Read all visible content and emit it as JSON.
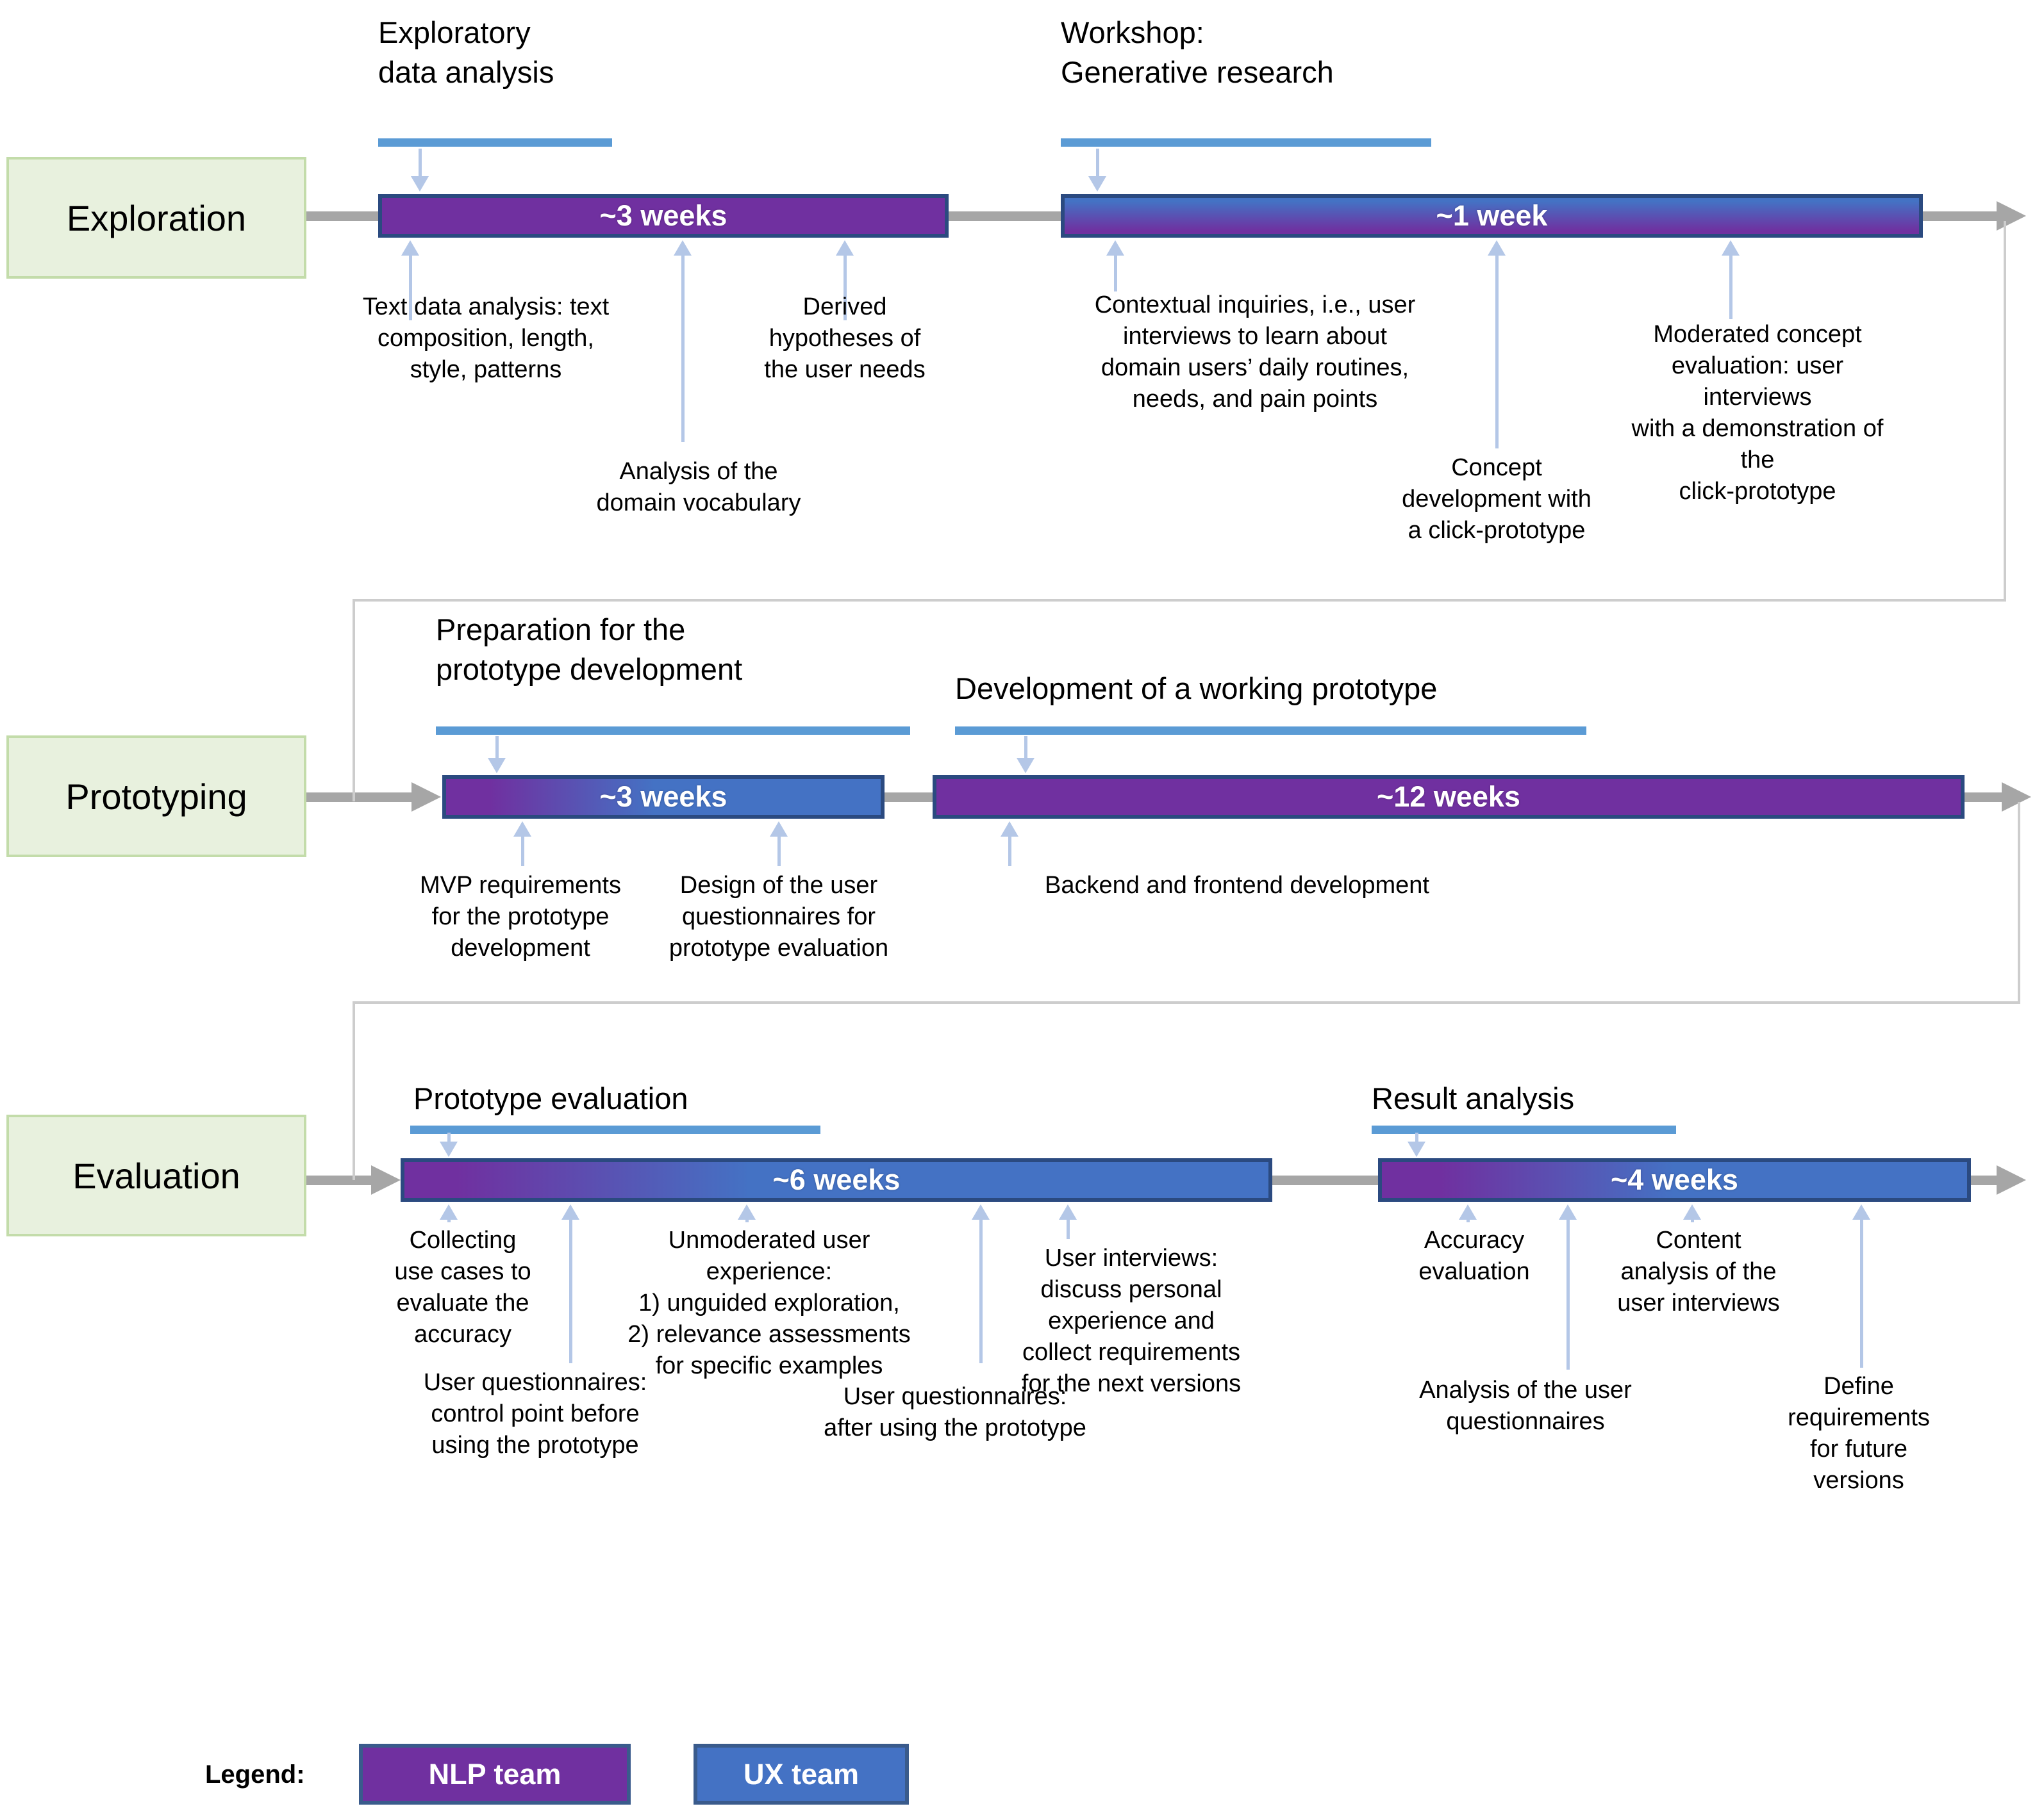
{
  "colors": {
    "nlp_team_purple": "#7030a0",
    "ux_team_blue": "#4472c4",
    "bar_border_navy": "#2b4a80",
    "title_underline_blue": "#5b9bd5",
    "annotation_arrow_blue": "#b4c7e7",
    "timeline_gray": "#a6a6a6",
    "connector_gray": "#cdcdcd",
    "phase_box_green_bg": "#e8f1de",
    "phase_box_green_border": "#c3dcaa"
  },
  "rows": [
    {
      "label": "Exploration",
      "sections": [
        {
          "title_lines": [
            "Exploratory",
            "data analysis"
          ],
          "duration": "~3 weeks"
        },
        {
          "title_lines": [
            "Workshop:",
            "Generative research"
          ],
          "duration": "~1 week"
        }
      ],
      "annotations": [
        {
          "lines": [
            "Text data analysis: text",
            "composition, length,",
            "style, patterns"
          ]
        },
        {
          "lines": [
            "Derived",
            "hypotheses of",
            "the user needs"
          ]
        },
        {
          "lines": [
            "Analysis of the",
            "domain vocabulary"
          ]
        },
        {
          "lines": [
            "Contextual inquiries, i.e., user",
            "interviews to learn about",
            "domain users’ daily routines,",
            "needs, and pain points"
          ]
        },
        {
          "lines": [
            "Moderated concept",
            "evaluation: user interviews",
            "with a demonstration of the",
            "click-prototype"
          ]
        },
        {
          "lines": [
            "Concept",
            "development with",
            "a click-prototype"
          ]
        }
      ]
    },
    {
      "label": "Prototyping",
      "sections": [
        {
          "title_lines": [
            "Preparation for the",
            "prototype development"
          ],
          "duration": "~3 weeks"
        },
        {
          "title_lines": [
            "Development of a working prototype"
          ],
          "duration": "~12 weeks"
        }
      ],
      "annotations": [
        {
          "lines": [
            "MVP requirements",
            "for the prototype",
            "development"
          ]
        },
        {
          "lines": [
            "Design of the user",
            "questionnaires for",
            "prototype evaluation"
          ]
        },
        {
          "lines": [
            "Backend and frontend development"
          ]
        }
      ]
    },
    {
      "label": "Evaluation",
      "sections": [
        {
          "title_lines": [
            "Prototype evaluation"
          ],
          "duration": "~6 weeks"
        },
        {
          "title_lines": [
            "Result analysis"
          ],
          "duration": "~4 weeks"
        }
      ],
      "annotations": [
        {
          "lines": [
            "Collecting",
            "use cases to",
            "evaluate the",
            "accuracy"
          ]
        },
        {
          "lines": [
            "Unmoderated user",
            "experience:",
            "1) unguided exploration,",
            "2) relevance assessments",
            "for specific examples"
          ]
        },
        {
          "lines": [
            "User interviews:",
            "discuss personal",
            "experience and",
            "collect requirements",
            "for the next versions"
          ]
        },
        {
          "lines": [
            "User questionnaires:",
            "control point before",
            "using the prototype"
          ]
        },
        {
          "lines": [
            "User questionnaires:",
            "after using the prototype"
          ]
        },
        {
          "lines": [
            "Accuracy",
            "evaluation"
          ]
        },
        {
          "lines": [
            "Content",
            "analysis of the",
            "user interviews"
          ]
        },
        {
          "lines": [
            "Analysis of the user",
            "questionnaires"
          ]
        },
        {
          "lines": [
            "Define requirements",
            "for future versions"
          ]
        }
      ]
    }
  ],
  "legend": {
    "label": "Legend:",
    "items": [
      {
        "label": "NLP team"
      },
      {
        "label": "UX team"
      }
    ]
  }
}
